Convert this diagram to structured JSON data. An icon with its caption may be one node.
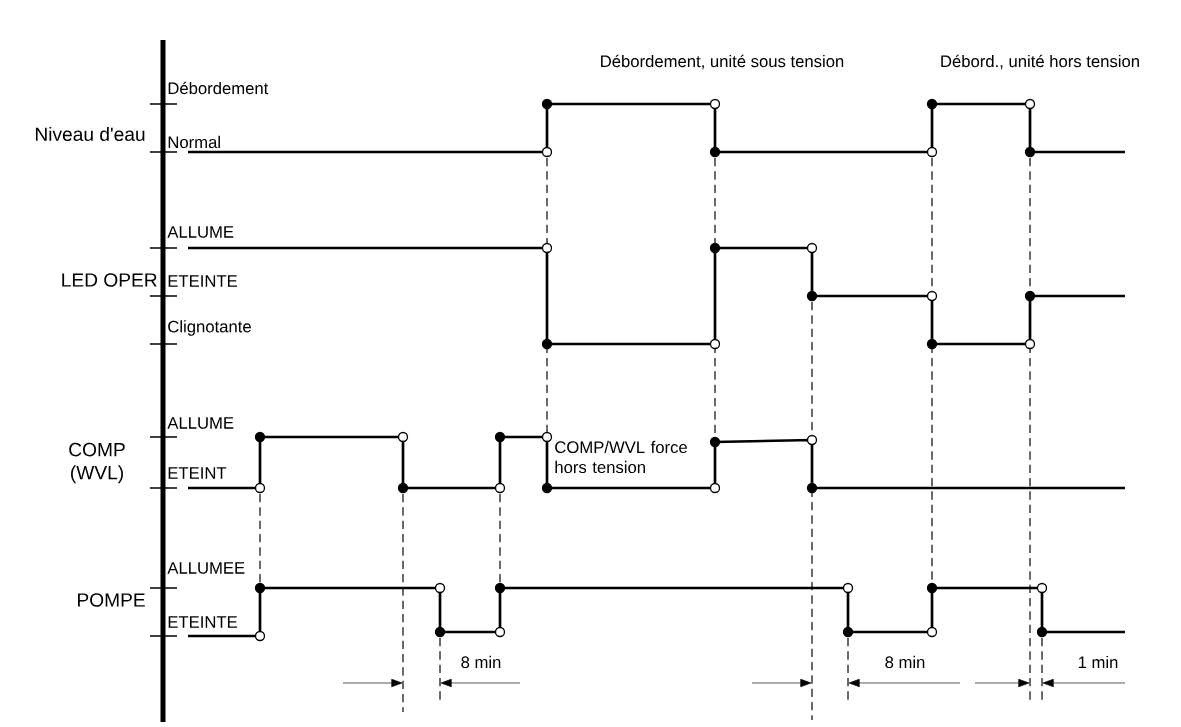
{
  "diagram": {
    "labels": [
      "Débordement, unité sous tension",
      "Débord., unité hors tension",
      "Débordement",
      "Niveau d'eau",
      "Normal",
      "ALLUME",
      "LED OPER",
      "ETEINTE",
      "Clignotante",
      "ALLUME",
      "COMP (WVL)",
      "ETEINT",
      "COMP/WVL force hors tension",
      "ALLUMEE",
      "POMPE",
      "ETEINTE",
      "8 min",
      "8 min",
      "1 min"
    ]
  }
}
